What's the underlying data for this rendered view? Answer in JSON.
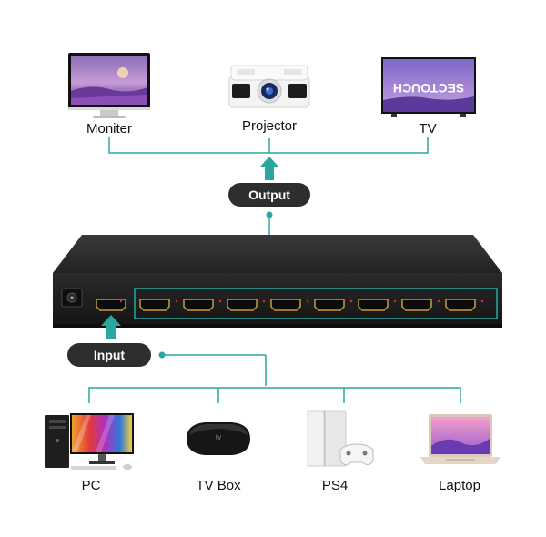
{
  "outputs": [
    {
      "label": "Moniter"
    },
    {
      "label": "Projector"
    },
    {
      "label": "TV"
    }
  ],
  "output_badge": "Output",
  "input_badge": "Input",
  "tv_screen_text": "SECTOUCH",
  "inputs": [
    {
      "label": "PC"
    },
    {
      "label": "TV Box"
    },
    {
      "label": "PS4"
    },
    {
      "label": "Laptop"
    }
  ],
  "colors": {
    "accent": "#2aa7a0",
    "device": "#2b2b2b",
    "badge": "#2e2e2e"
  }
}
